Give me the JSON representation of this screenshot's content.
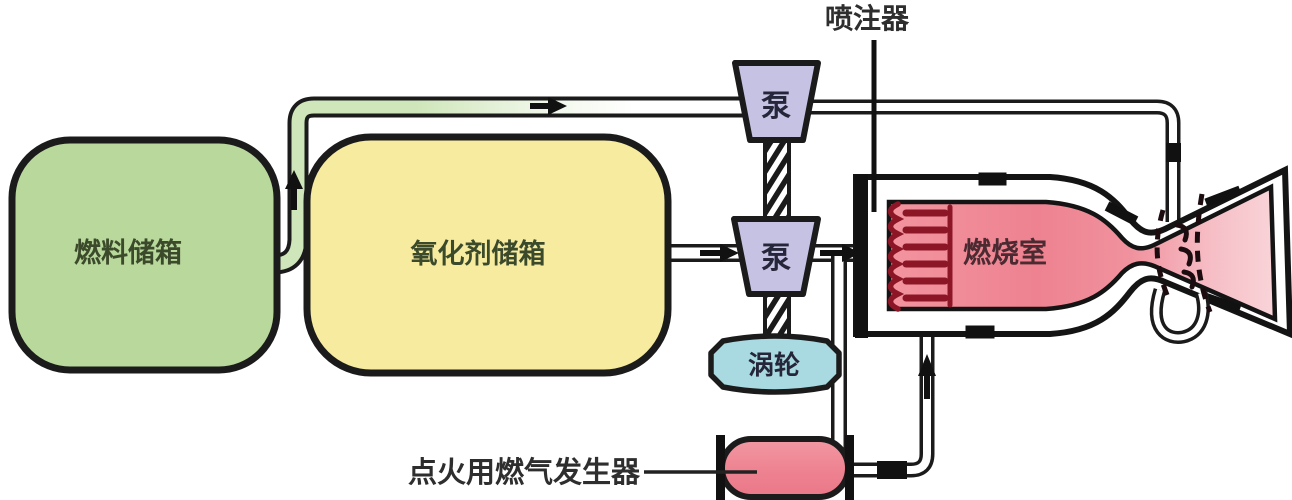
{
  "diagram": {
    "labels": {
      "injector": "喷注器",
      "fuel_tank": "燃料储箱",
      "oxidizer_tank": "氧化剂储箱",
      "pump_top": "泵",
      "pump_middle": "泵",
      "turbine": "涡轮",
      "combustion_chamber": "燃烧室",
      "gas_generator": "点火用燃气发生器"
    },
    "colors": {
      "outline": "#1b1b1b",
      "fuel_tank_fill": "#b9d89c",
      "oxidizer_tank_fill": "#f6eb9f",
      "pump_fill": "#c5c2e3",
      "turbine_fill": "#a9d9e1",
      "chamber_fill": "#ee8491",
      "nozzle_glow_fill": "#f8d0d5",
      "gas_generator_fill": "#ee8290",
      "injector_detail": "#8c1626",
      "fuel_pipe_fill": "#cfe6ba",
      "label_text": "#2b2b2b"
    }
  }
}
